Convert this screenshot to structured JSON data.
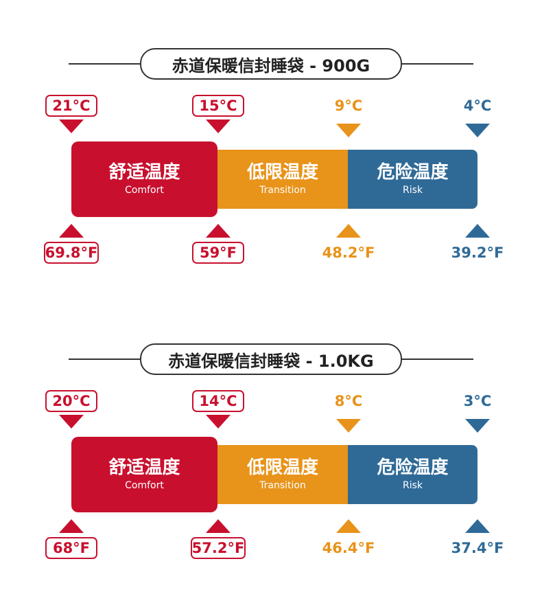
{
  "colors": {
    "comfort": "#c8102e",
    "transition": "#e8931a",
    "risk": "#2f6a97",
    "outline": "#333333"
  },
  "panels": [
    {
      "title": "赤道保暖信封睡袋 - 900G",
      "segments": {
        "comfort": {
          "cn": "舒适温度",
          "en": "Comfort"
        },
        "transition": {
          "cn": "低限温度",
          "en": "Transition"
        },
        "risk": {
          "cn": "危险温度",
          "en": "Risk"
        }
      },
      "celsius": [
        "21°C",
        "15°C",
        "9°C",
        "4°C"
      ],
      "fahrenheit": [
        "69.8°F",
        "59°F",
        "48.2°F",
        "39.2°F"
      ]
    },
    {
      "title": "赤道保暖信封睡袋 - 1.0KG",
      "segments": {
        "comfort": {
          "cn": "舒适温度",
          "en": "Comfort"
        },
        "transition": {
          "cn": "低限温度",
          "en": "Transition"
        },
        "risk": {
          "cn": "危险温度",
          "en": "Risk"
        }
      },
      "celsius": [
        "20°C",
        "14°C",
        "8°C",
        "3°C"
      ],
      "fahrenheit": [
        "68°F",
        "57.2°F",
        "46.4°F",
        "37.4°F"
      ]
    }
  ]
}
